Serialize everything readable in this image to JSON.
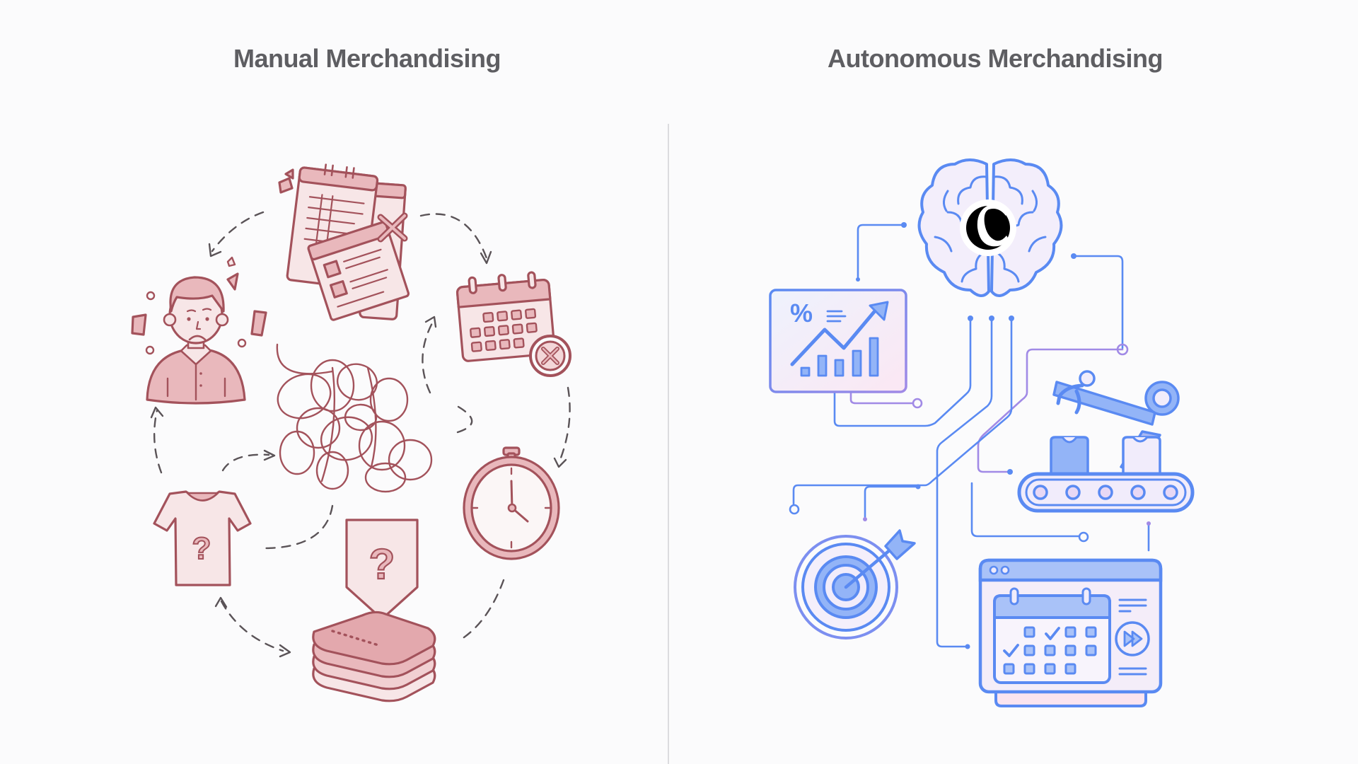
{
  "titles": {
    "left": "Manual Merchandising",
    "right": "Autonomous Merchandising"
  },
  "colors": {
    "background": "#fbfbfc",
    "title_text": "#5e5e62",
    "divider": "#dcdcdf",
    "manual_stroke": "#a3525b",
    "manual_fill": "#e9b8bc",
    "autonomous_stroke": "#5a8af2",
    "autonomous_fill": "#93b4f7",
    "autonomous_accent": "#a18ae6",
    "logo": "#000000"
  },
  "manual_side": {
    "icons": [
      "spreadsheet-documents-icon",
      "rejected-x-icon",
      "calendar-cancelled-icon",
      "stressed-person-icon",
      "tangled-scribble-icon",
      "stopwatch-icon",
      "tshirt-question-icon",
      "price-tag-question-icon",
      "folded-clothes-stack-icon"
    ],
    "symbols": {
      "question": "?",
      "cross": "✕"
    }
  },
  "autonomous_side": {
    "icons": [
      "brain-icon",
      "brand-logo-c-icon",
      "analytics-chart-icon",
      "robot-arm-conveyor-icon",
      "target-arrow-icon",
      "schedule-calendar-window-icon",
      "circuit-lines"
    ],
    "chart_panel": {
      "percent_symbol": "%"
    },
    "logo_letter": "c"
  }
}
